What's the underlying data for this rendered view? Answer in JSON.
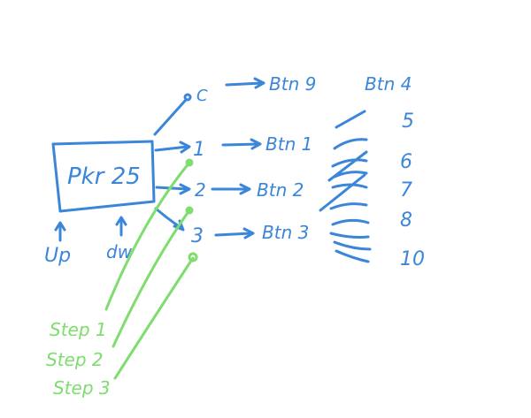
{
  "colors": {
    "ink_blue": "#3b86d9",
    "ink_green": "#7fdc6f",
    "background": "#ffffff"
  },
  "box": {
    "label": "Pkr 25"
  },
  "inputs": {
    "up": "Up",
    "dw": "dw"
  },
  "pins": {
    "c": "C",
    "one": "1",
    "two": "2",
    "three": "3"
  },
  "buttons": {
    "b9": "Btn 9",
    "b1": "Btn 1",
    "b2": "Btn 2",
    "b3": "Btn 3",
    "b4": "Btn 4"
  },
  "numbers": {
    "n5": "5",
    "n6": "6",
    "n7": "7",
    "n8": "8",
    "n10": "10"
  },
  "steps": {
    "s1": "Step 1",
    "s2": "Step 2",
    "s3": "Step 3"
  }
}
